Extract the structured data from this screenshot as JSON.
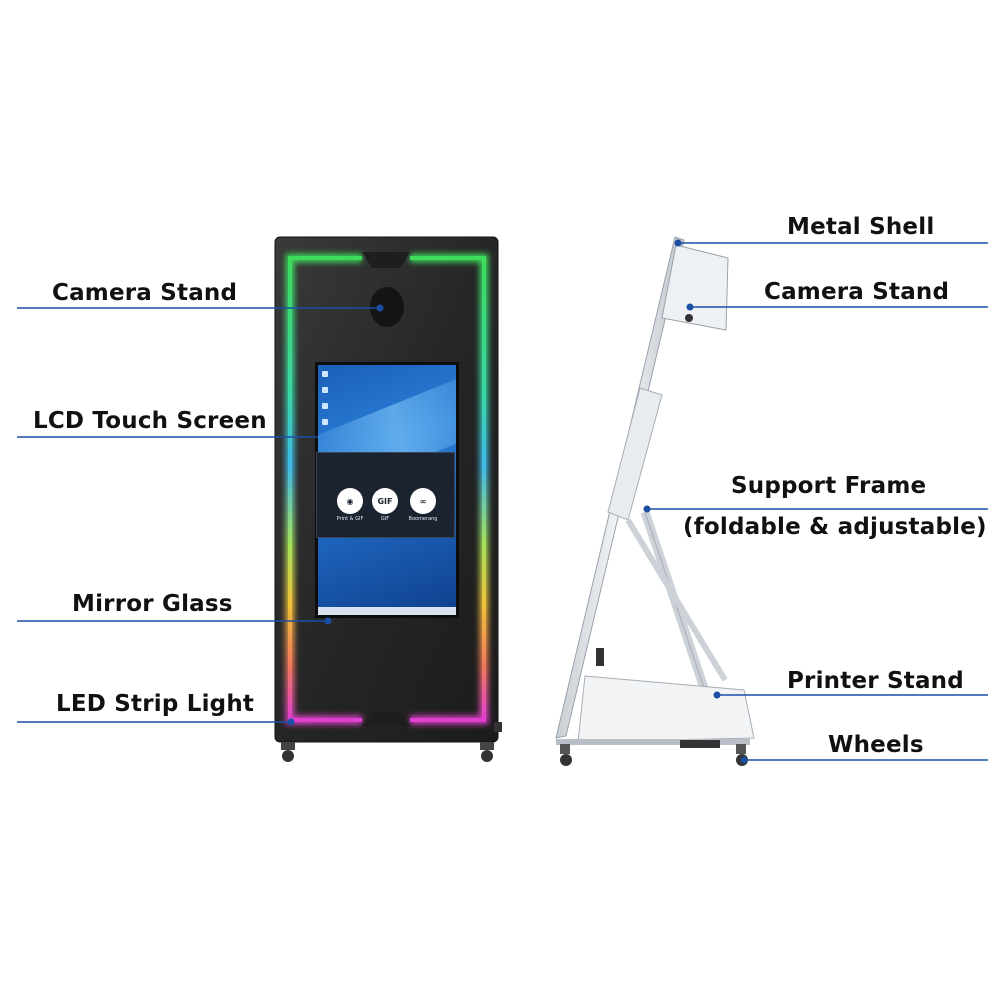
{
  "labels": {
    "left": {
      "camera_stand": "Camera Stand",
      "lcd_touch_screen": "LCD Touch Screen",
      "mirror_glass": "Mirror Glass",
      "led_strip_light": "LED Strip Light"
    },
    "right": {
      "metal_shell": "Metal Shell",
      "camera_stand": "Camera Stand",
      "support_frame": "Support Frame",
      "support_frame_note": "(foldable & adjustable)",
      "printer_stand": "Printer Stand",
      "wheels": "Wheels"
    }
  },
  "screen_ui": {
    "modes": [
      {
        "icon": "camera-icon",
        "label": "Print & GIF"
      },
      {
        "icon": "GIF",
        "label": "GIF"
      },
      {
        "icon": "infinity-icon",
        "label": "Boomerang"
      }
    ]
  },
  "colors": {
    "leader_line": "#1a4fa3",
    "led_top": "#3ddc5a",
    "led_mid_upper": "#3fb8e8",
    "led_mid_lower": "#f0c23a",
    "led_bottom": "#e03fd0",
    "kiosk_body": "#2a2a2a",
    "side_frame": "#e6e9ed"
  }
}
